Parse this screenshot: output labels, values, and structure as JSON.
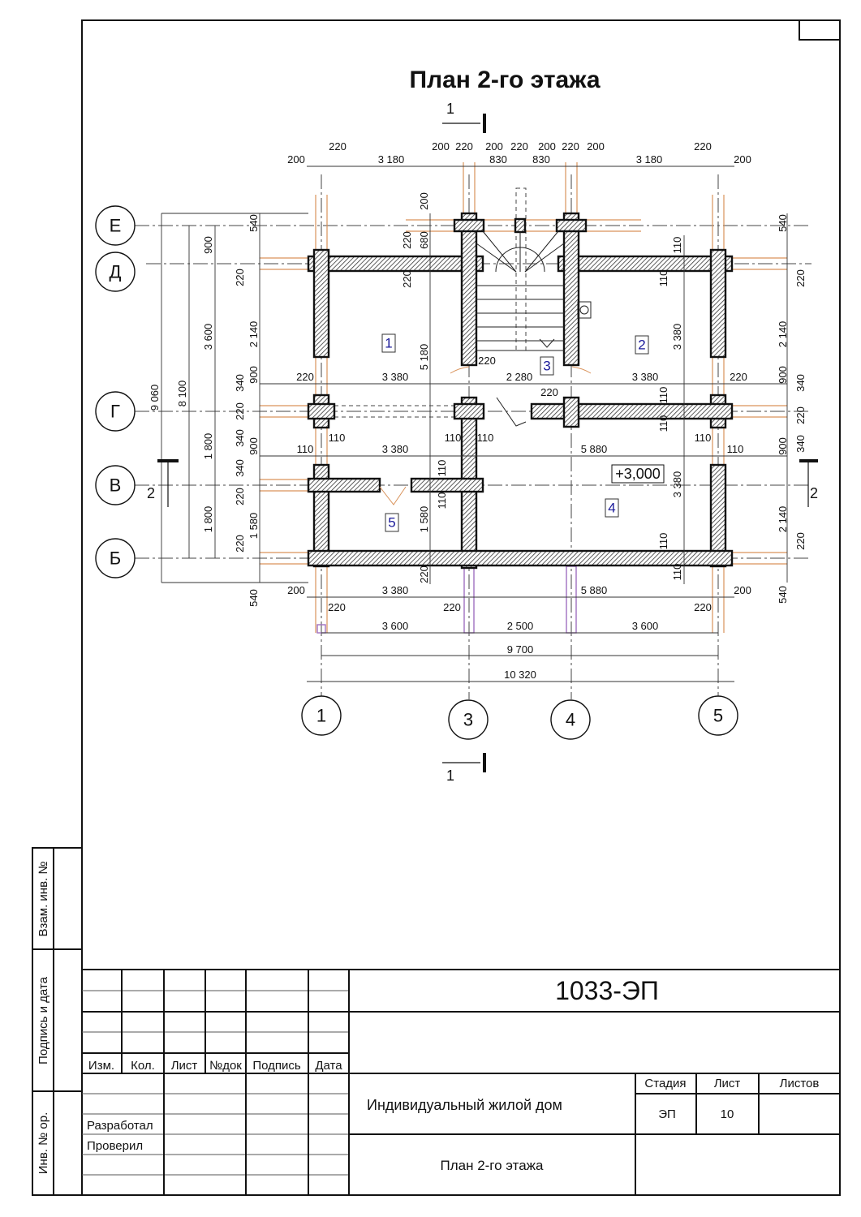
{
  "title": "План 2-го этажа",
  "elevation": "+3,000",
  "section_marks": {
    "top": "1",
    "bottom": "1",
    "left": "2",
    "right": "2"
  },
  "axes": {
    "rows": [
      "Е",
      "Д",
      "Г",
      "В",
      "Б"
    ],
    "cols": [
      "1",
      "3",
      "4",
      "5"
    ]
  },
  "rooms": [
    "1",
    "2",
    "3",
    "4",
    "5"
  ],
  "dims": {
    "h": [
      "220",
      "200",
      "220",
      "200",
      "220",
      "200",
      "220",
      "200",
      "220",
      "200",
      "3 180",
      "830",
      "830",
      "3 180",
      "200",
      "220",
      "3 380",
      "2 280",
      "3 380",
      "220",
      "220",
      "220",
      "110",
      "110",
      "3 380",
      "110",
      "110",
      "5 880",
      "110",
      "110",
      "200",
      "3 380",
      "5 880",
      "200",
      "220",
      "220",
      "220",
      "3 600",
      "2 500",
      "3 600",
      "9 700",
      "10 320"
    ],
    "v": [
      "9 060",
      "8 100",
      "3 600",
      "1 800",
      "1 800",
      "540",
      "900",
      "220",
      "2 140",
      "900",
      "340",
      "220",
      "340",
      "900",
      "340",
      "220",
      "1 580",
      "220",
      "540",
      "200",
      "220",
      "680",
      "220",
      "5 180",
      "1 580",
      "220",
      "110",
      "110",
      "110",
      "110",
      "3 380",
      "110",
      "110",
      "3 380",
      "110",
      "110",
      "540",
      "220",
      "2 140",
      "900",
      "340",
      "220",
      "340",
      "900",
      "2 140",
      "220",
      "540"
    ]
  },
  "side_stamp": [
    "Взам. инв. №",
    "Подпись и дата",
    "Инв. № ор."
  ],
  "title_block": {
    "code": "1033-ЭП",
    "headers": [
      "Изм.",
      "Кол.",
      "Лист",
      "№док",
      "Подпись",
      "Дата"
    ],
    "roles": [
      "Разработал",
      "Проверил"
    ],
    "project": "Индивидуальный жилой дом",
    "sheet_title": "План 2-го этажа",
    "stage_label": "Стадия",
    "sheet_label": "Лист",
    "sheets_label": "Листов",
    "stage": "ЭП",
    "sheet": "10",
    "sheets": ""
  }
}
